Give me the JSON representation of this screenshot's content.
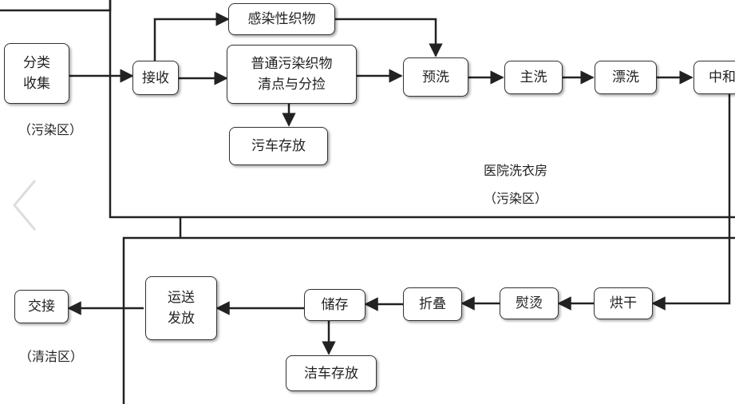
{
  "nodes": {
    "fenlei": "分类\n收集",
    "jieshou": "接收",
    "ganran": "感染性织物",
    "putong": "普通污染织物\n清点与分捡",
    "wuche": "污车存放",
    "yuxi": "预洗",
    "zhuxi": "主洗",
    "piaoxi": "漂洗",
    "zhonghe": "中和",
    "honggan": "烘干",
    "yuntang": "熨烫",
    "zhedie": "折叠",
    "chucun": "储存",
    "jieche": "洁车存放",
    "yunsong": "运送\n发放",
    "jiaojie": "交接"
  },
  "labels": {
    "wuran_left": "（污染区）",
    "laundry_name": "医院洗衣房",
    "laundry_zone": "（污染区）",
    "qingjie_left": "（清洁区）"
  },
  "colors": {
    "line": "#222222",
    "box_border": "#333333",
    "nav_arrow": "#dddddd"
  }
}
